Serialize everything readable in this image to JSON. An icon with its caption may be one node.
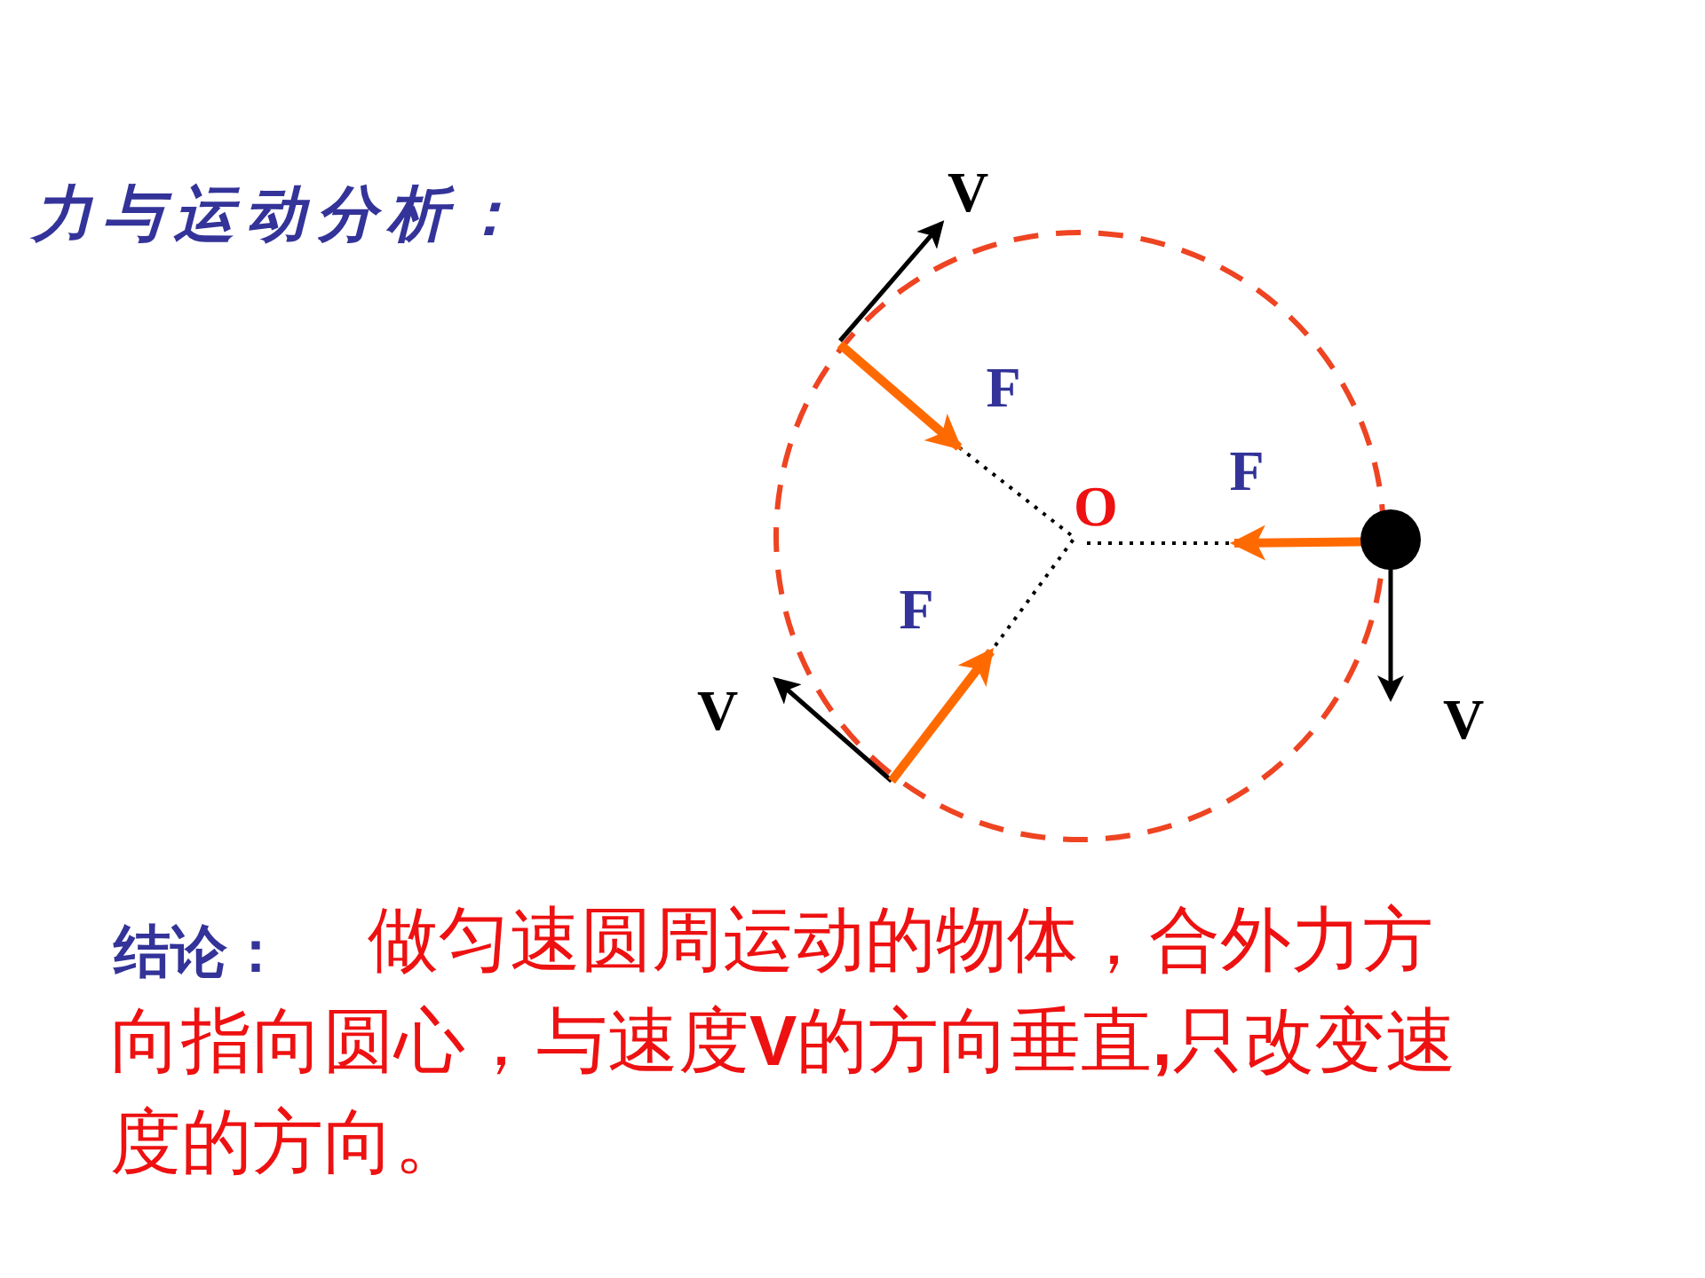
{
  "diagram": {
    "title": "力与运动分析：",
    "labels": [
      "V",
      "F",
      "O",
      "F",
      "F",
      "V",
      "V",
      "结论：",
      "做匀速圆周运动的物体，合外力方向指向圆心，与速度**V**的方向垂直**,**只改变速度的方向。"
    ]
  }
}
